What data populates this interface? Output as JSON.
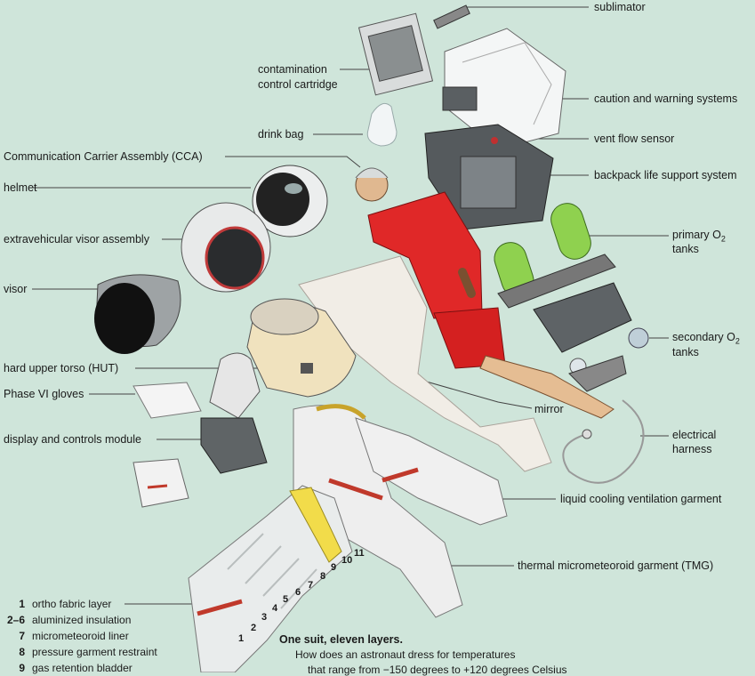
{
  "labels": {
    "sublimator": "sublimator",
    "contamination_1": "contamination",
    "contamination_2": "control cartridge",
    "caution": "caution and warning systems",
    "drink_bag": "drink bag",
    "vent_flow": "vent flow sensor",
    "cca": "Communication Carrier Assembly (CCA)",
    "backpack": "backpack life support system",
    "helmet": "helmet",
    "primary_o2_a": "primary O",
    "primary_o2_sub": "2",
    "primary_o2_b": "tanks",
    "ev_visor": "extravehicular visor assembly",
    "visor": "visor",
    "secondary_o2_a": "secondary O",
    "secondary_o2_sub": "2",
    "secondary_o2_b": "tanks",
    "hut": "hard upper torso (HUT)",
    "gloves": "Phase VI gloves",
    "mirror": "mirror",
    "electrical_1": "electrical",
    "electrical_2": "harness",
    "dcm": "display and controls module",
    "lcvg": "liquid cooling ventilation garment",
    "tmg": "thermal micrometeoroid garment (TMG)"
  },
  "layers": [
    {
      "num": "1",
      "text": "ortho fabric layer"
    },
    {
      "num": "2–6",
      "text": "aluminized insulation"
    },
    {
      "num": "7",
      "text": "micrometeoroid liner"
    },
    {
      "num": "8",
      "text": "pressure garment restraint"
    },
    {
      "num": "9",
      "text": "gas retention bladder"
    }
  ],
  "layer_numbers": [
    "1",
    "2",
    "3",
    "4",
    "5",
    "6",
    "7",
    "8",
    "9",
    "10",
    "11"
  ],
  "caption": {
    "title": "One suit, eleven layers.",
    "line1": "How does an astronaut dress for temperatures",
    "line2": "that range from −150 degrees to +120 degrees Celsius"
  }
}
